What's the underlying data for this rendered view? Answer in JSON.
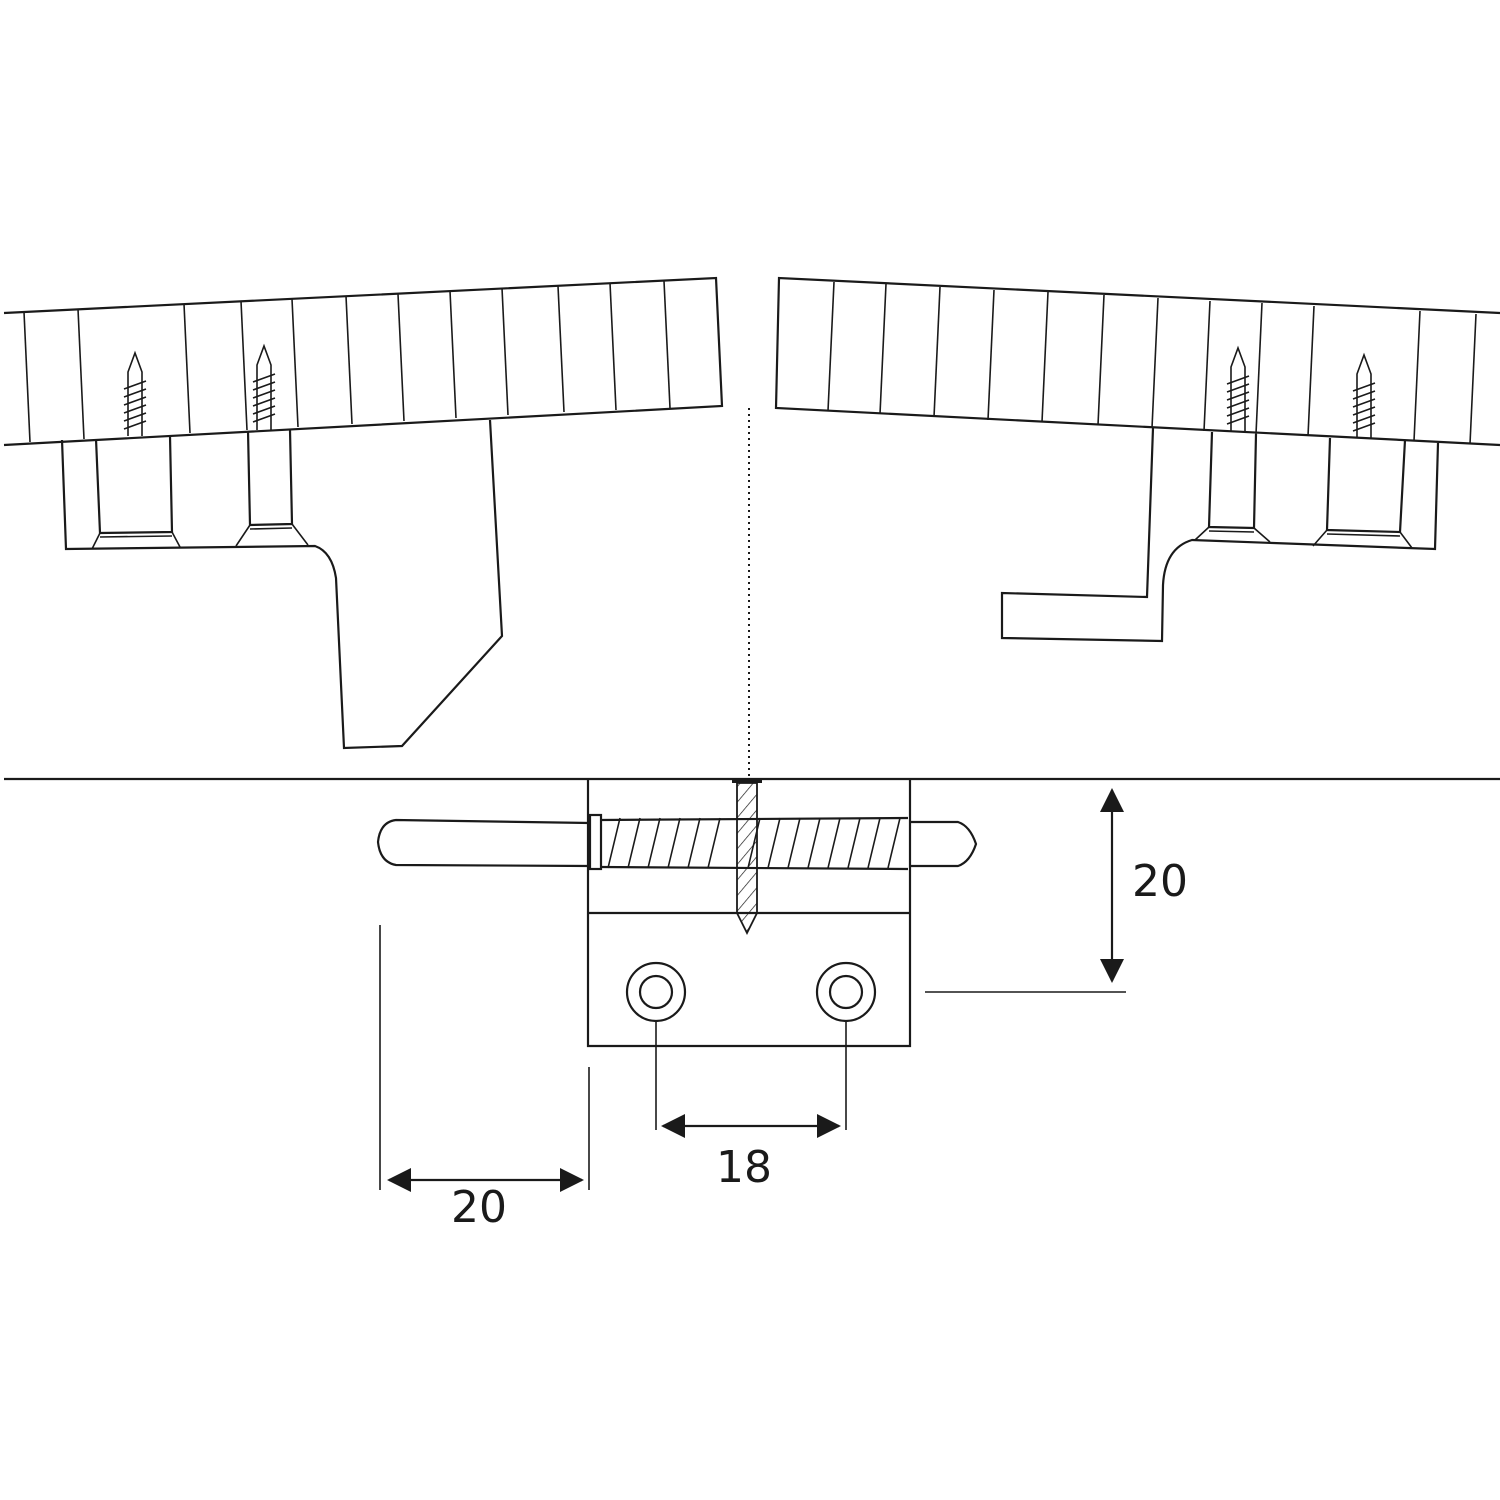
{
  "dimensions": {
    "spring_latch_height": "20",
    "hole_spacing": "18",
    "bolt_offset": "20"
  },
  "colors": {
    "line": "#1a1a1a",
    "background": "#ffffff"
  }
}
